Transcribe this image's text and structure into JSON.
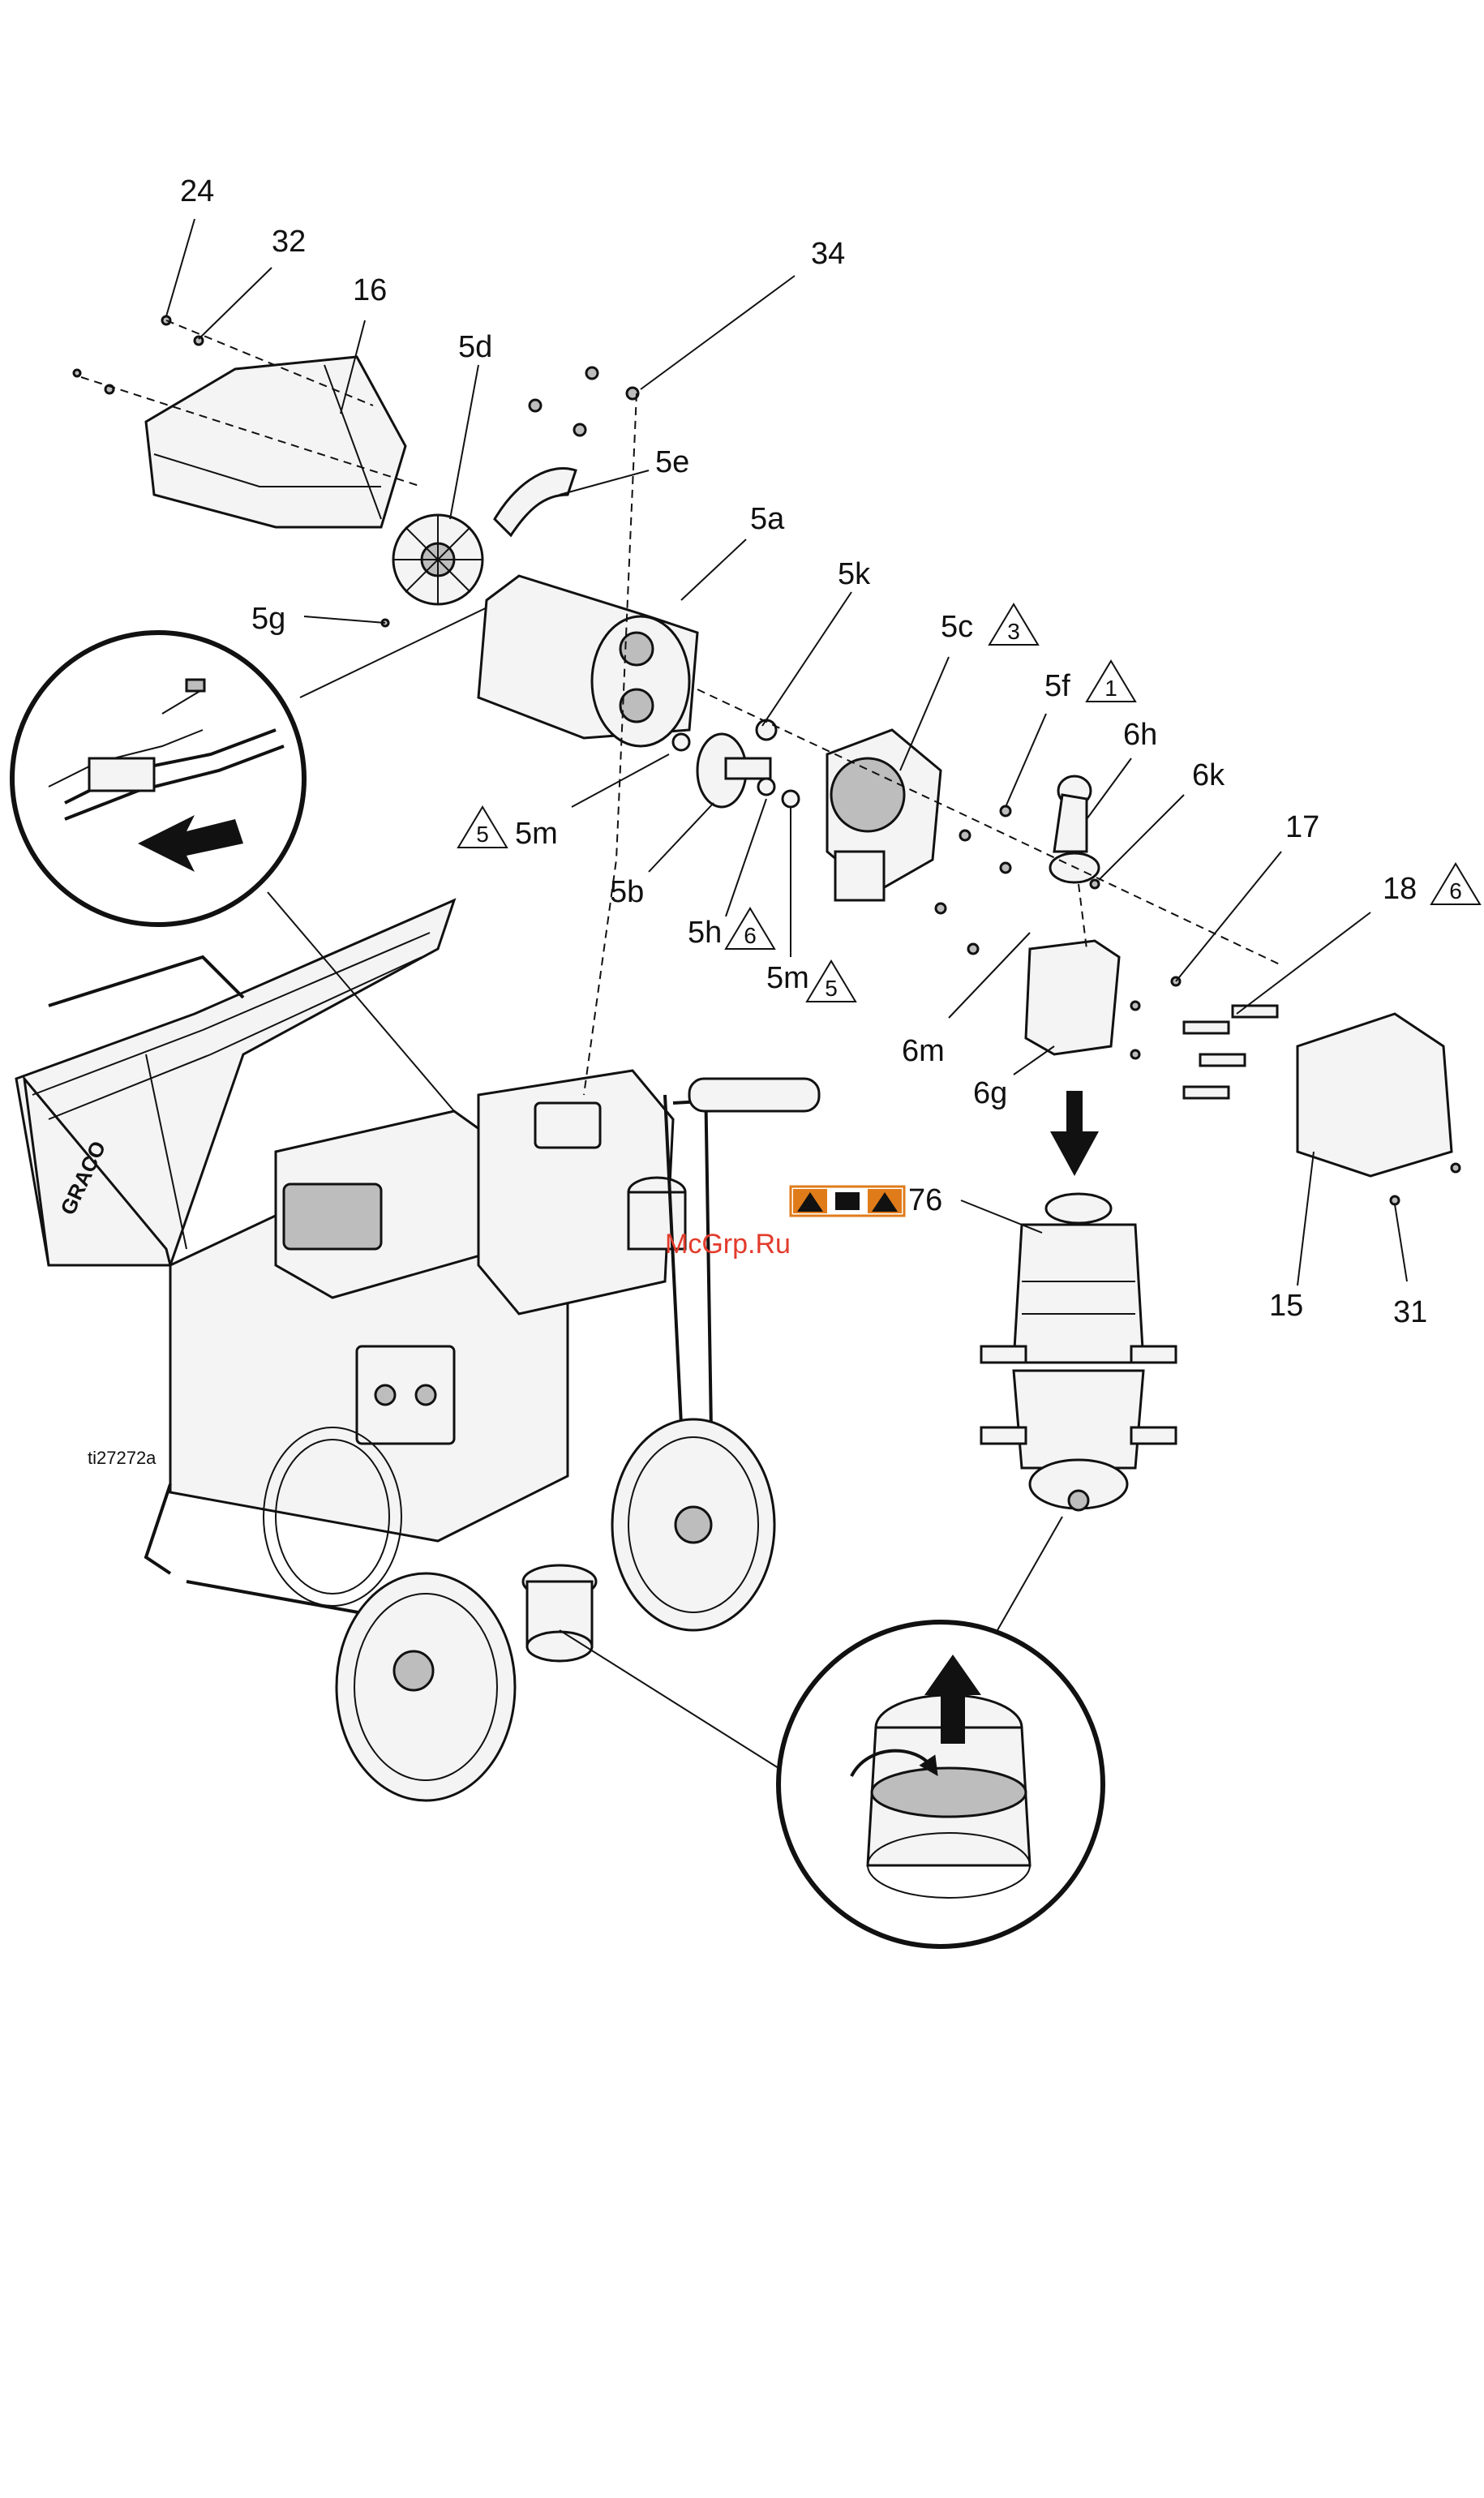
{
  "figure_id": "ti27272a",
  "watermark": "McGrp.Ru",
  "brand_logo": "GRACO",
  "colors": {
    "warning_orange": "#e07b1a",
    "watermark_red": "#e23b2c",
    "ink": "#111111"
  },
  "callouts": {
    "c24": "24",
    "c32": "32",
    "c16": "16",
    "c34": "34",
    "c5d": "5d",
    "c5e": "5e",
    "c5a": "5a",
    "c5g": "5g",
    "c5k": "5k",
    "c5c": "5c",
    "c5f": "5f",
    "c6h": "6h",
    "c6k": "6k",
    "c17": "17",
    "c18": "18",
    "c5m_a": "5m",
    "c5b": "5b",
    "c5h": "5h",
    "c5m_b": "5m",
    "c6m": "6m",
    "c6g": "6g",
    "c76": "76",
    "c15": "15",
    "c31": "31"
  },
  "note_flags": {
    "n3": "3",
    "n1": "1",
    "n6_a": "6",
    "n5_a": "5",
    "n6_b": "6",
    "n5_b": "5"
  }
}
